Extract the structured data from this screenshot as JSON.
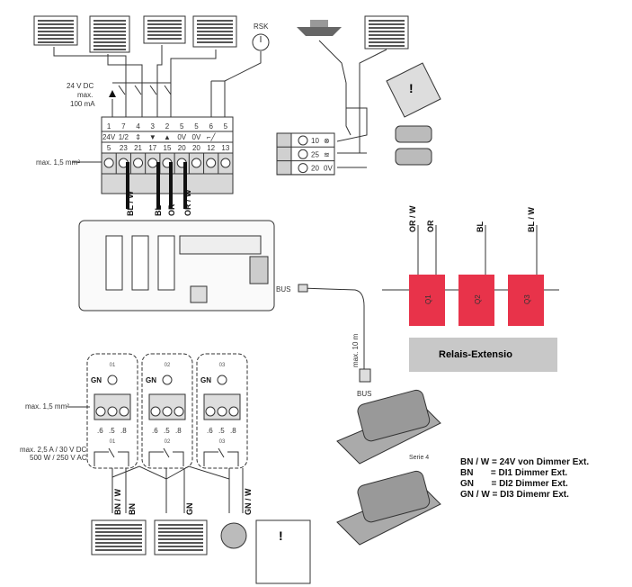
{
  "top": {
    "rsk_label": "RSK",
    "supply": [
      "24 V DC",
      "max.",
      "100 mA"
    ],
    "wire_size": "max. 1,5 mm²"
  },
  "terminal_block": {
    "row1": [
      "1",
      "7",
      "4",
      "3",
      "2",
      "5",
      "5",
      "6",
      "5"
    ],
    "row2": [
      "24V",
      "1/2",
      "⇕",
      "▼",
      "▲",
      "0V",
      "0V",
      "⌐╱",
      ""
    ],
    "row3": [
      "5",
      "23",
      "21",
      "17",
      "15",
      "20",
      "20",
      "12",
      "13"
    ]
  },
  "wires_top": [
    "BL / W",
    "BL",
    "OR",
    "OR / W"
  ],
  "small_terminal": {
    "rows": [
      "10",
      "25",
      "20"
    ],
    "symbols": [
      "⊗",
      "≋",
      "0V"
    ]
  },
  "bus": {
    "label": "BUS",
    "cable": "max. 10 m",
    "bottom_label": "BUS"
  },
  "relais": {
    "wires": [
      "OR / W",
      "OR",
      "BL",
      "BL / W"
    ],
    "relays": [
      "Q1",
      "Q2",
      "Q3"
    ],
    "title": "Relais-Extensio",
    "color": "#e8334a",
    "box_color": "#c8c8c8"
  },
  "channels": [
    {
      "id": "01",
      "led": "GN",
      "pins": [
        ".6",
        ".5",
        ".8"
      ],
      "relay": "01"
    },
    {
      "id": "02",
      "led": "GN",
      "pins": [
        ".6",
        ".5",
        ".8"
      ],
      "relay": "02"
    },
    {
      "id": "03",
      "led": "GN",
      "pins": [
        ".6",
        ".5",
        ".8"
      ],
      "relay": "03"
    }
  ],
  "bottom_labels": {
    "wire_size": "max. 1,5 mm²",
    "rating1": "max. 2,5 A / 30 V DC",
    "rating2": "500 W / 250 V AC",
    "wires": [
      "BN / W",
      "BN",
      "GN",
      "GN / W"
    ]
  },
  "operator": {
    "series": "Serie 4"
  },
  "legend": [
    "BN / W = 24V von Dimmer Ext.",
    "BN       = DI1 Dimmer Ext.",
    "GN       = DI2 Dimmer Ext.",
    "GN / W = DI3 Dimemr Ext."
  ]
}
